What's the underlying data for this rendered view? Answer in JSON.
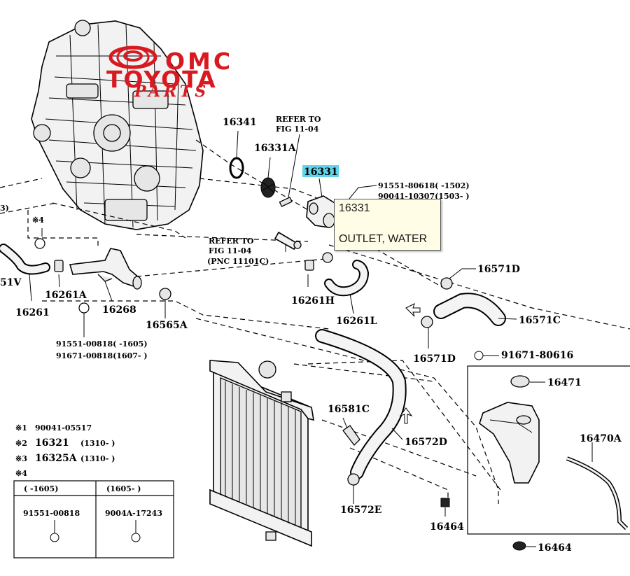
{
  "brand": {
    "omc": "OMC",
    "toyota": "TOYOTA",
    "parts": "PARTS",
    "color": "#d81a20"
  },
  "labels": {
    "p16341": "16341",
    "p16331a": "16331A",
    "p16331": "16331",
    "refer1_l1": "REFER TO",
    "refer1_l2": "FIG 11-04",
    "refer2_l1": "REFER TO",
    "refer2_l2": "FIG 11-04",
    "refer2_l3": "(PNC 11101C)",
    "bolt_a_l1": "91551-80618(   -1502)",
    "bolt_a_l2": "90041-10307(1503-   )",
    "p16571d_top": "16571D",
    "p16571c": "16571C",
    "p16571d_bot": "16571D",
    "p16261h": "16261H",
    "p16261l": "16261L",
    "p16261a": "16261A",
    "p16261": "16261",
    "p16268": "16268",
    "p16565a": "16565A",
    "p_left_v": "51V",
    "p_left_3": "3)",
    "mark4_top": "※4",
    "bolt_b_l1": "91551-00818(   -1605)",
    "bolt_b_l2": "91671-00818(1607-   )",
    "p91671": "91671-80616",
    "p16471": "16471",
    "p16470a": "16470A",
    "p16581c": "16581C",
    "p16572d": "16572D",
    "p16572e": "16572E",
    "p16464_mid": "16464",
    "p16464_bot": "16464"
  },
  "notes": [
    {
      "mark": "※1",
      "text": "90041-05517",
      "range": ""
    },
    {
      "mark": "※2",
      "text": "16321",
      "range": "(1310-    )"
    },
    {
      "mark": "※3",
      "text": "16325A",
      "range": "(1310-    )"
    },
    {
      "mark": "※4",
      "text": "",
      "range": ""
    }
  ],
  "table": {
    "col1_header": "(    -1605)",
    "col2_header": "(1605-    )",
    "col1_value": "91551-00818",
    "col2_value": "9004A-17243"
  },
  "tooltip": {
    "code": "16331",
    "name": "OUTLET, WATER"
  },
  "highlight_color": "#5fd4ea"
}
